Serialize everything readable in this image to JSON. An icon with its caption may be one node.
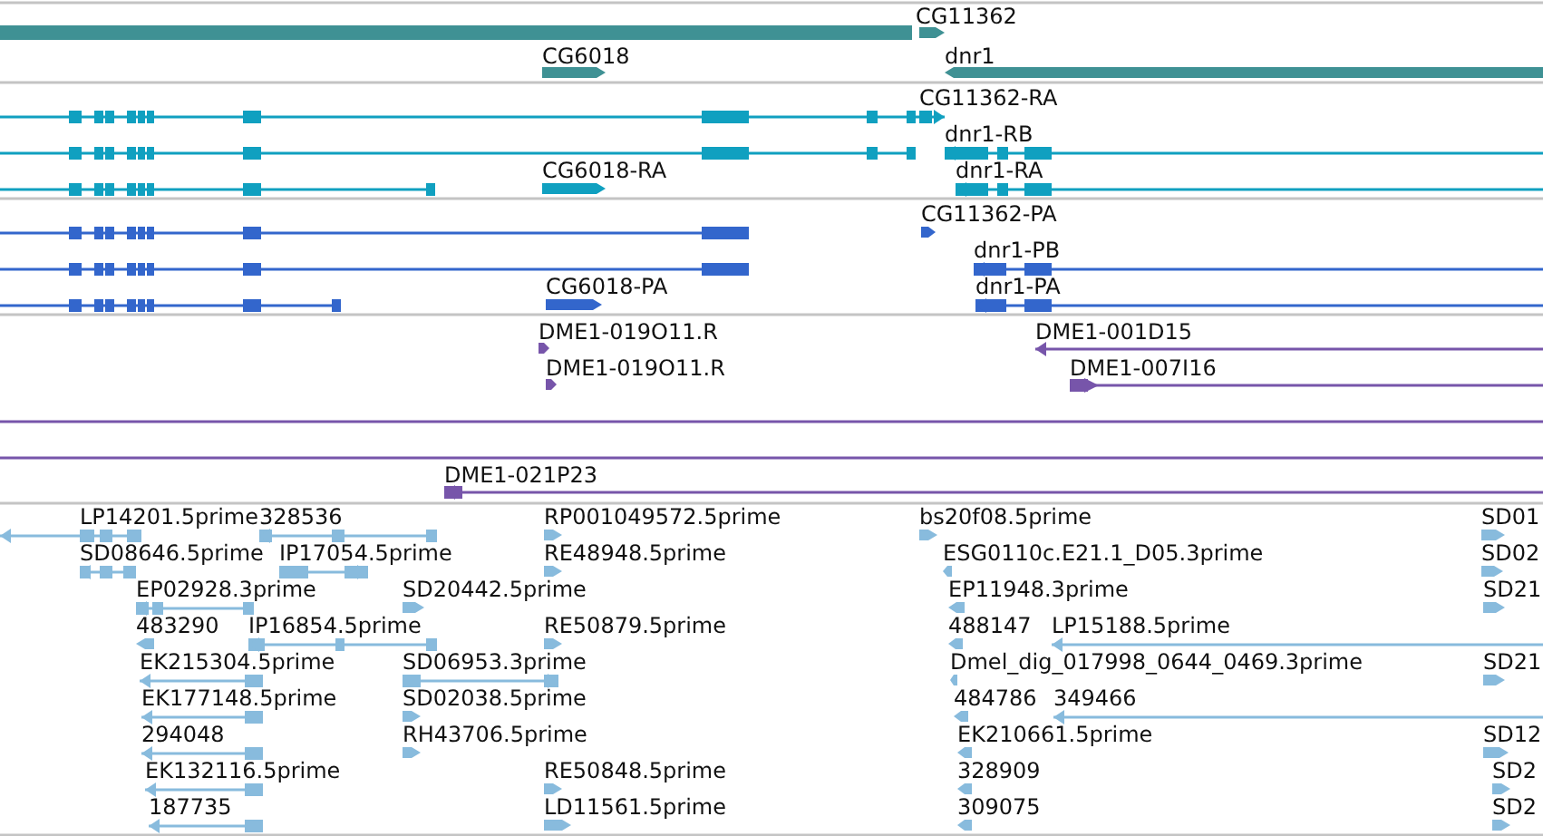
{
  "diagram": {
    "labels": [
      "CG11362",
      "CG6018",
      "dnr1",
      "CG11362-RA",
      "dnr1-RB",
      "CG6018-RA",
      "dnr1-RA",
      "CG11362-PA",
      "dnr1-PB",
      "CG6018-PA",
      "dnr1-PA",
      "DME1-019O11.R",
      "DME1-001D15",
      "DME1-019O11.R",
      "DME1-007I16",
      "DME1-021P23",
      "LP14201.5prime",
      "328536",
      "RP001049572.5prime",
      "bs20f08.5prime",
      "SD01",
      "SD08646.5prime",
      "IP17054.5prime",
      "RE48948.5prime",
      "ESG0110c.E21.1_D05.3prime",
      "SD02",
      "EP02928.3prime",
      "SD20442.5prime",
      "EP11948.3prime",
      "SD21",
      "483290",
      "IP16854.5prime",
      "RE50879.5prime",
      "488147",
      "LP15188.5prime",
      "EK215304.5prime",
      "SD06953.3prime",
      "Dmel_dig_017998_0644_0469.3prime",
      "SD21",
      "EK177148.5prime",
      "SD02038.5prime",
      "484786",
      "349466",
      "294048",
      "RH43706.5prime",
      "EK210661.5prime",
      "SD12",
      "EK132116.5prime",
      "RE50848.5prime",
      "328909",
      "SD2",
      "187735",
      "LD11561.5prime",
      "309075",
      "SD2"
    ]
  }
}
